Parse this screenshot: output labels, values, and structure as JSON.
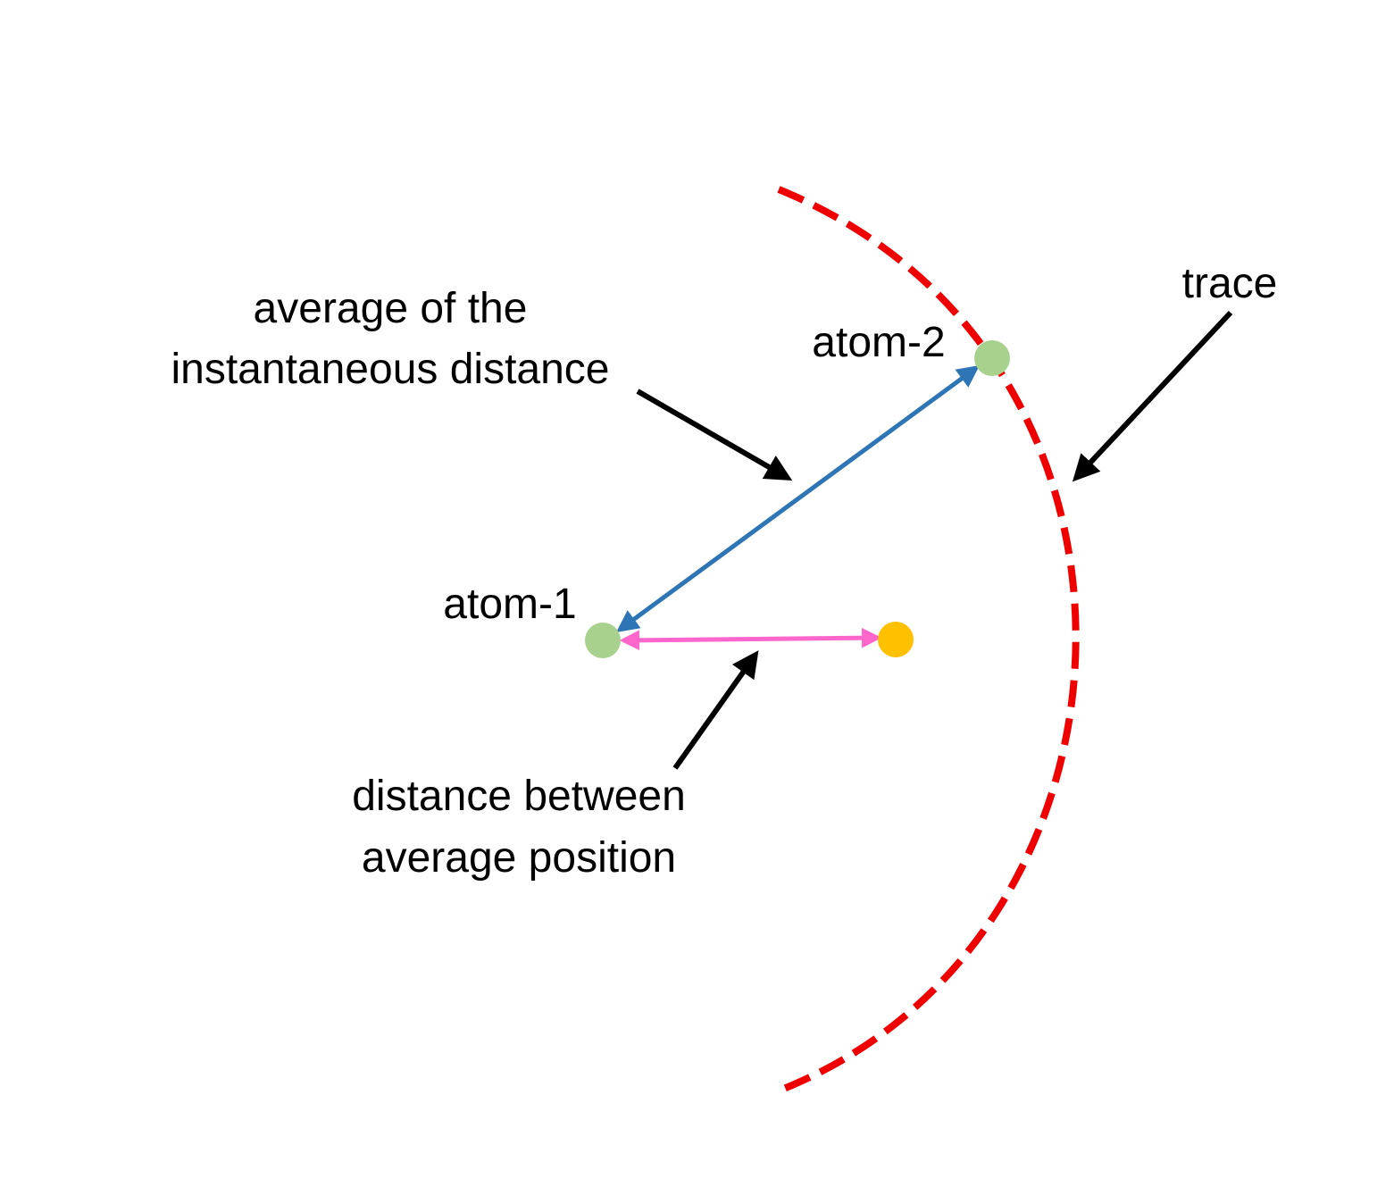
{
  "labels": {
    "avg_instantaneous_line1": "average of the",
    "avg_instantaneous_line2": "instantaneous distance",
    "trace": "trace",
    "atom2": "atom-2",
    "atom1": "atom-1",
    "avg_position_line1": "distance between",
    "avg_position_line2": "average position"
  },
  "colors": {
    "trace": "#ee0000",
    "instantaneous_distance": "#2e75b6",
    "average_position_distance": "#ff66cc",
    "atom": "#a9d18e",
    "average_position_point": "#ffc000",
    "pointer_arrow": "#000000"
  }
}
